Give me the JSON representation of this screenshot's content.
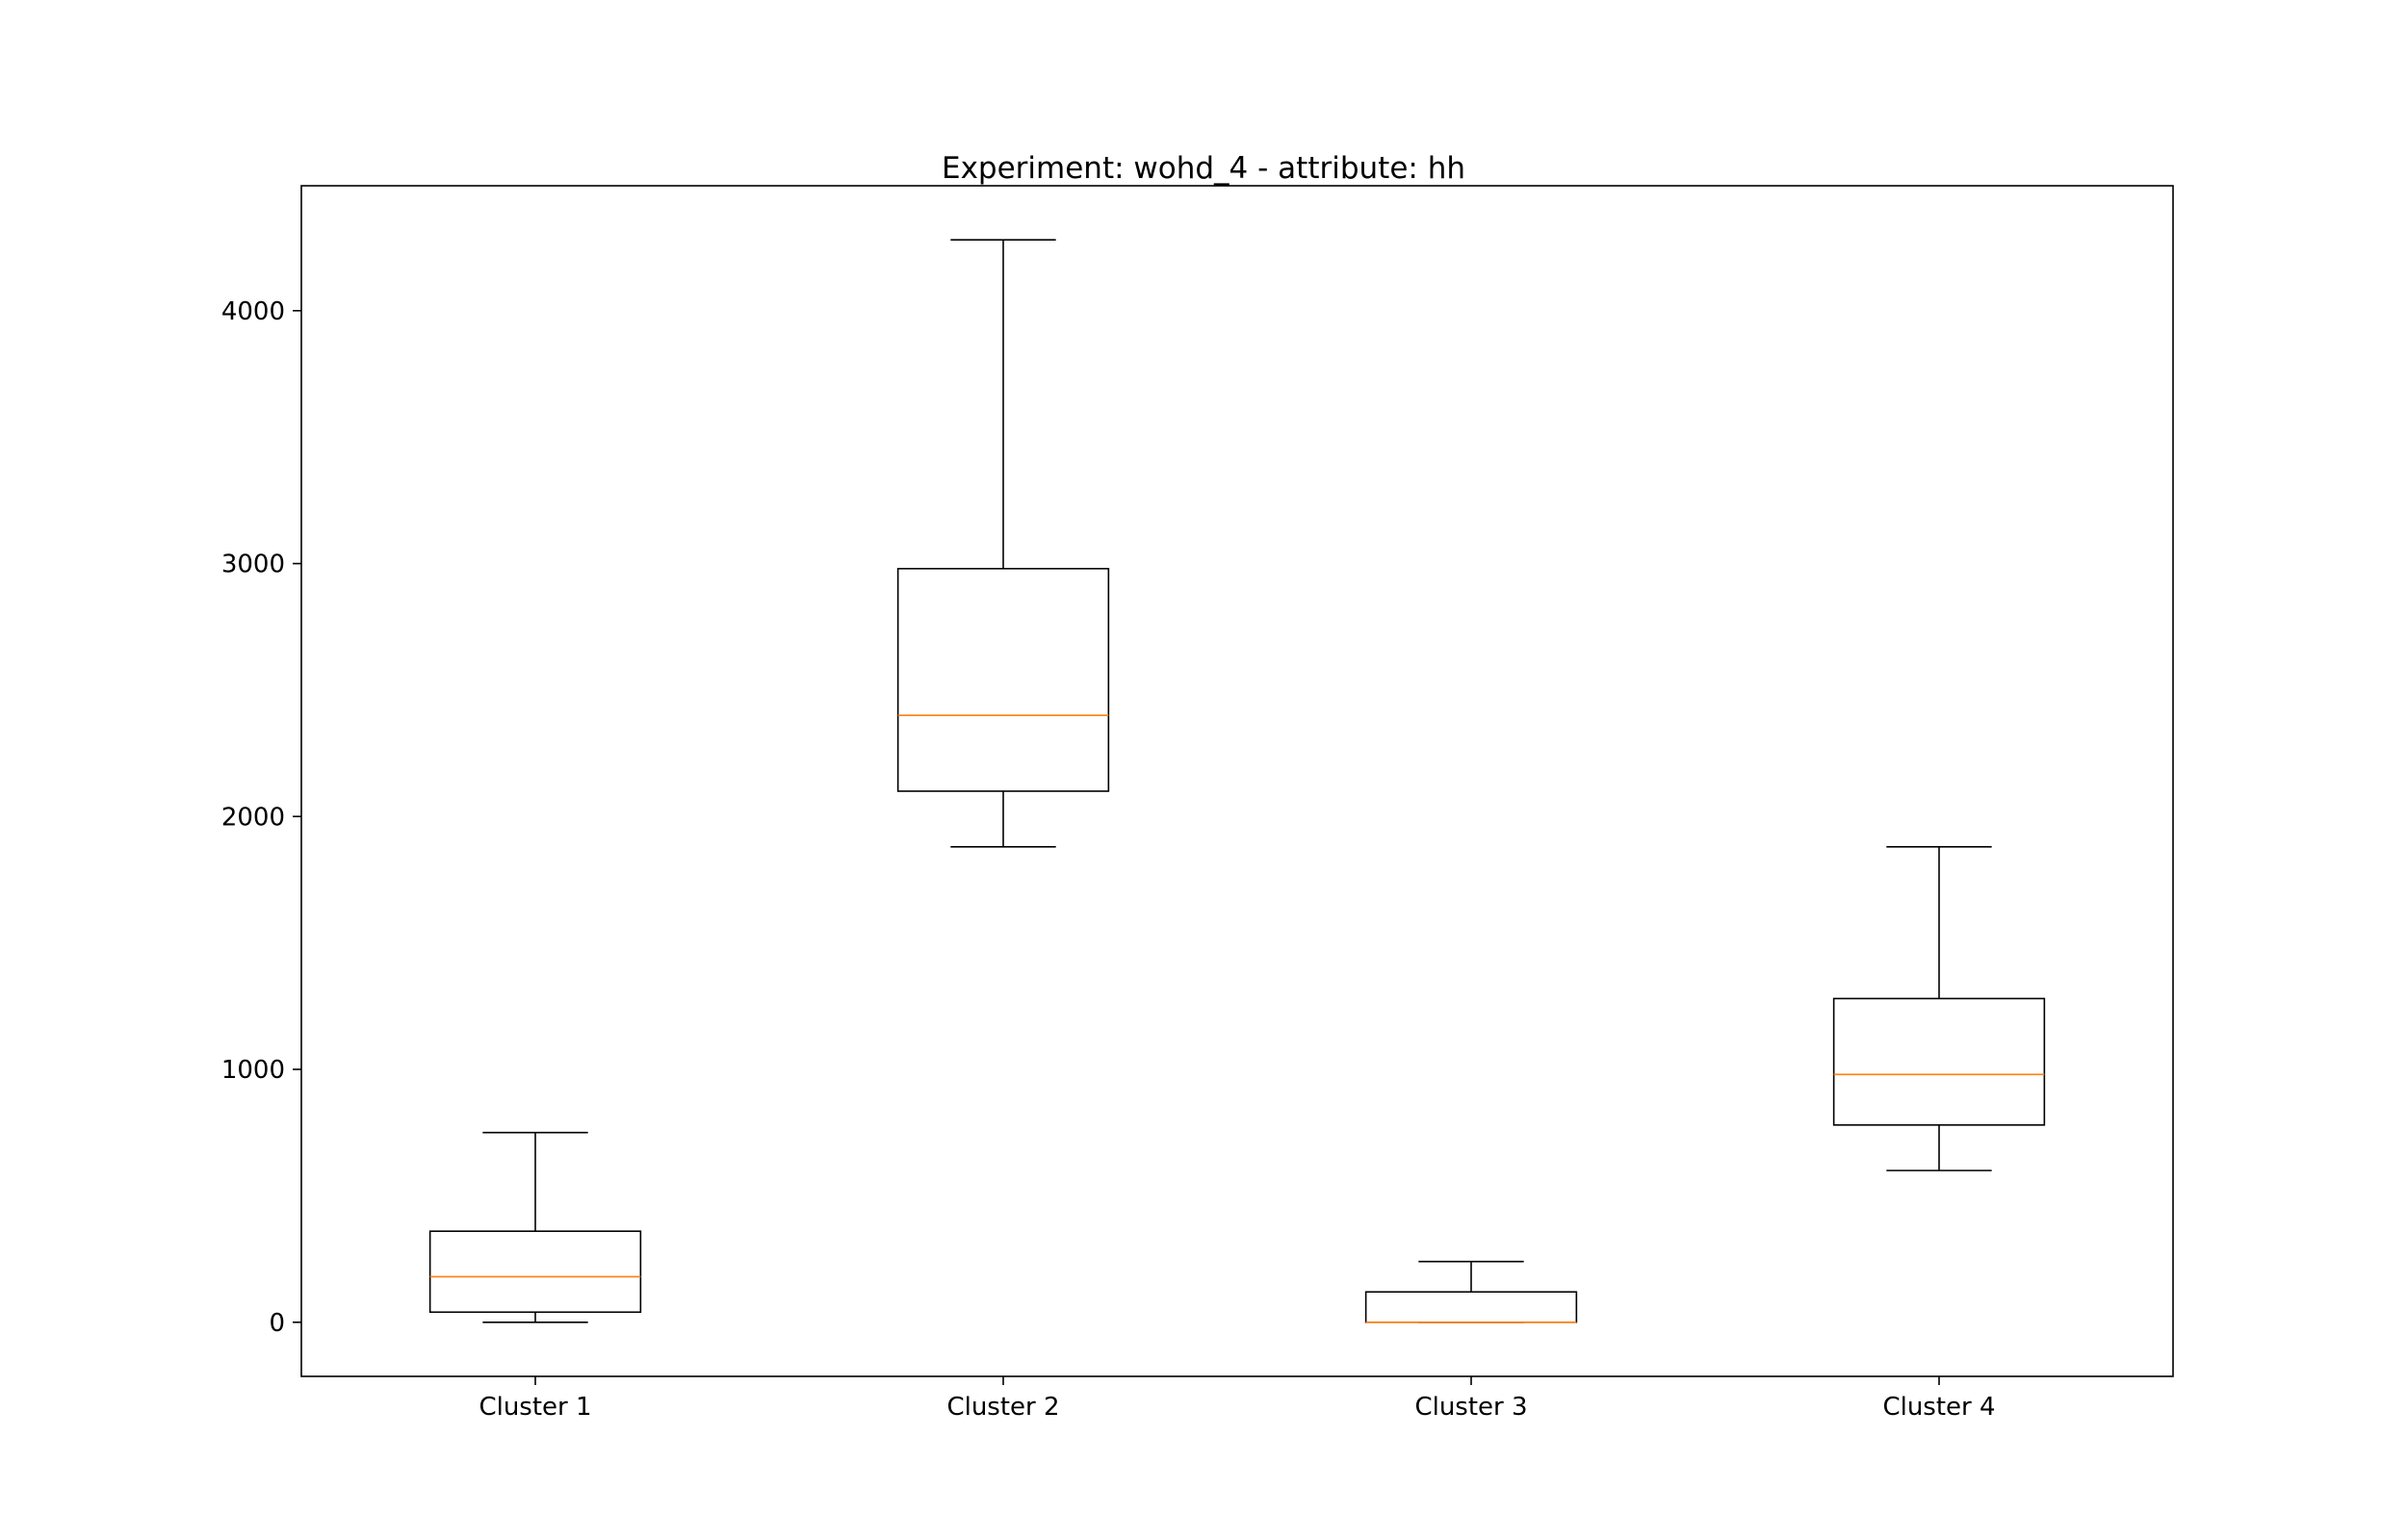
{
  "chart_data": {
    "type": "box",
    "title": "Experiment: wohd_4 - attribute: hh",
    "xlabel": "",
    "ylabel": "",
    "categories": [
      "Cluster 1",
      "Cluster 2",
      "Cluster 3",
      "Cluster 4"
    ],
    "boxes": [
      {
        "category": "Cluster 1",
        "whisker_low": 0,
        "q1": 40,
        "median": 180,
        "q3": 360,
        "whisker_high": 750
      },
      {
        "category": "Cluster 2",
        "whisker_low": 1880,
        "q1": 2100,
        "median": 2400,
        "q3": 2980,
        "whisker_high": 4280
      },
      {
        "category": "Cluster 3",
        "whisker_low": 0,
        "q1": 0,
        "median": 0,
        "q3": 120,
        "whisker_high": 240
      },
      {
        "category": "Cluster 4",
        "whisker_low": 600,
        "q1": 780,
        "median": 980,
        "q3": 1280,
        "whisker_high": 1880
      }
    ],
    "ylim": [
      -214,
      4494
    ],
    "yticks": [
      0,
      1000,
      2000,
      3000,
      4000
    ],
    "ytick_labels": [
      "0",
      "1000",
      "2000",
      "3000",
      "4000"
    ],
    "grid": false,
    "colors": {
      "box": "#000000",
      "median": "#ff7f0e"
    }
  }
}
